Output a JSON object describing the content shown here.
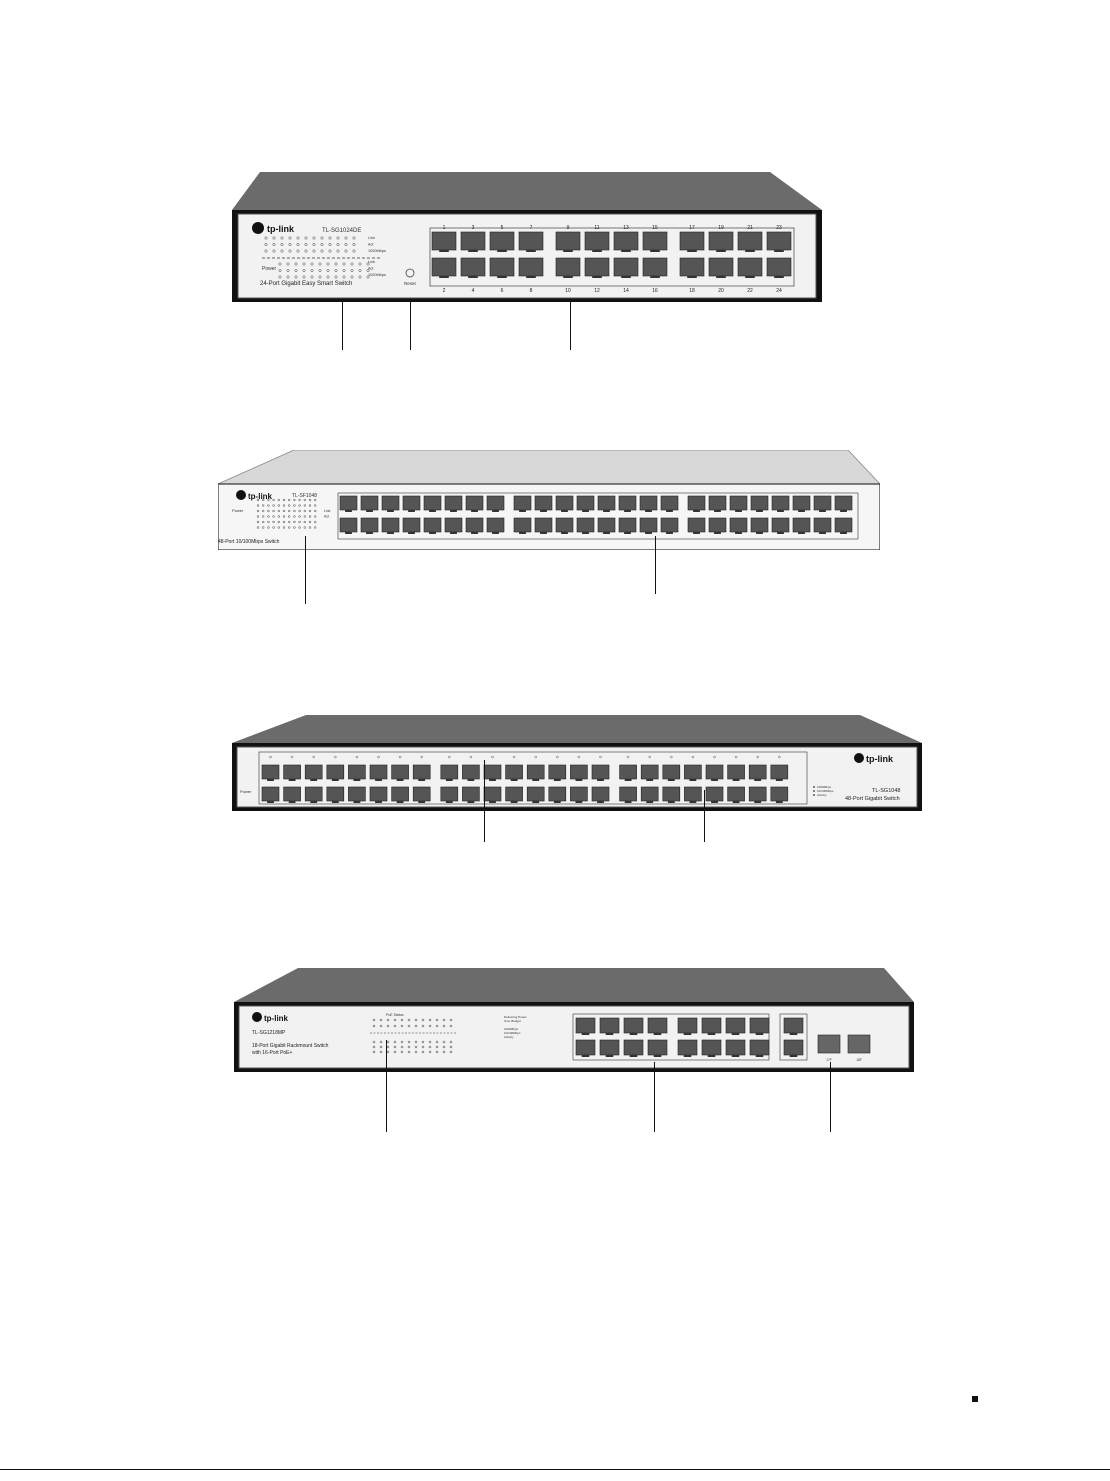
{
  "devices": [
    {
      "id": "sg1024de",
      "brand": "tp-link",
      "model": "TL-SG1024DE",
      "description": "24-Port Gigabit Easy Smart Switch",
      "port_count": 24,
      "led_legend": [
        "Link",
        "Act",
        "1000Mbps",
        "Link",
        "Act",
        "1000Mbps"
      ],
      "power_label": "Power",
      "reset_label": "Reset",
      "top_numbers": [
        "1",
        "3",
        "5",
        "7",
        "9",
        "11",
        "13",
        "15",
        "17",
        "19",
        "21",
        "23"
      ],
      "bottom_numbers": [
        "2",
        "4",
        "6",
        "8",
        "10",
        "12",
        "14",
        "16",
        "18",
        "20",
        "22",
        "24"
      ]
    },
    {
      "id": "sf1048",
      "brand": "tp-link",
      "model": "TL-SF1048",
      "description": "48-Port 10/100Mbps Switch",
      "port_count": 48,
      "power_label": "Power",
      "led_legend": [
        "Link",
        "Act"
      ]
    },
    {
      "id": "sg1048",
      "brand": "tp-link",
      "model": "TL-SG1048",
      "description": "48-Port Gigabit Switch",
      "port_count": 48,
      "power_label": "Power",
      "led_legend": [
        "1000Mbps",
        "10/100Mbps",
        "Activity"
      ]
    },
    {
      "id": "sg1218mp",
      "brand": "tp-link",
      "model": "TL-SG1218MP",
      "description_lines": [
        "18-Port Gigabit Rackmount Switch",
        "with 16-Port PoE+"
      ],
      "port_count": 18,
      "poe_status_label": "PoE Status",
      "poe_legend": [
        "Delivering Power",
        "Over Budget"
      ],
      "speed_legend": [
        "1000Mbps",
        "10/100Mbps",
        "Activity"
      ],
      "sfp_labels": [
        "17F",
        "18F"
      ]
    }
  ]
}
